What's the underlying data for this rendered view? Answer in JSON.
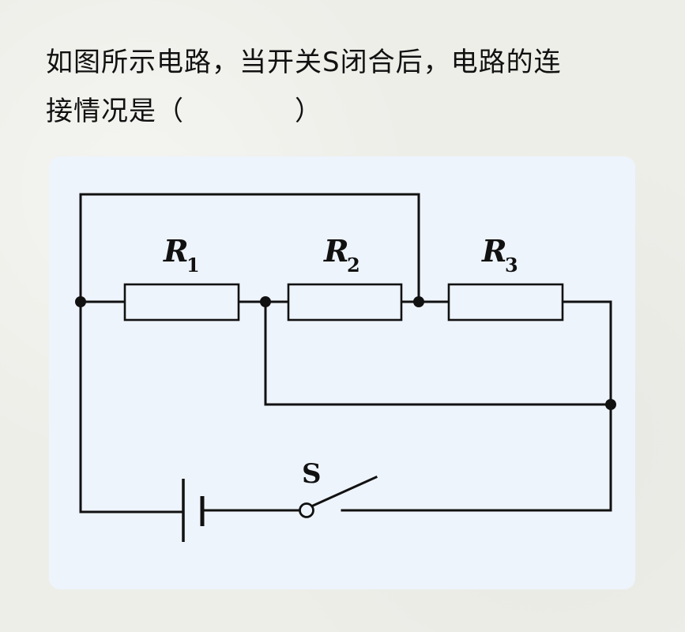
{
  "question": {
    "line1": "如图所示电路，当开关S闭合后，电路的连",
    "line2": "接情况是（　　　　）"
  },
  "diagram": {
    "resistors": [
      {
        "name": "R",
        "sub": "1"
      },
      {
        "name": "R",
        "sub": "2"
      },
      {
        "name": "R",
        "sub": "3"
      }
    ],
    "switch_label": "S"
  }
}
